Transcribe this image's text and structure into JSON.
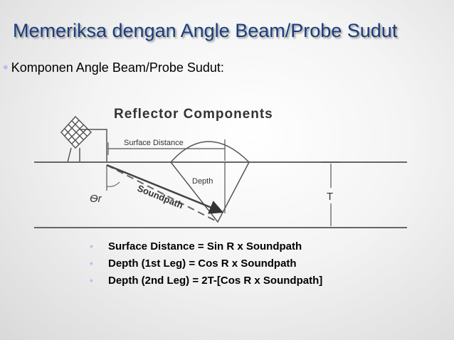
{
  "slide": {
    "title": "Memeriksa dengan Angle Beam/Probe Sudut",
    "subtitle": "Komponen Angle Beam/Probe Sudut:",
    "bullet_color": "#c9b8f0",
    "title_color": "#1a3d7c"
  },
  "diagram": {
    "title": "Reflector Components",
    "surface_distance_label": "Surface Distance",
    "depth_label": "Depth",
    "soundpath_label": "Soundpath",
    "angle_label": "Ѳr",
    "thickness_label": "T"
  },
  "formulas": [
    "Surface Distance = Sin  R x Soundpath",
    "Depth (1st Leg) = Cos  R x Soundpath",
    "Depth (2nd Leg) = 2T-[Cos  R x Soundpath]"
  ]
}
